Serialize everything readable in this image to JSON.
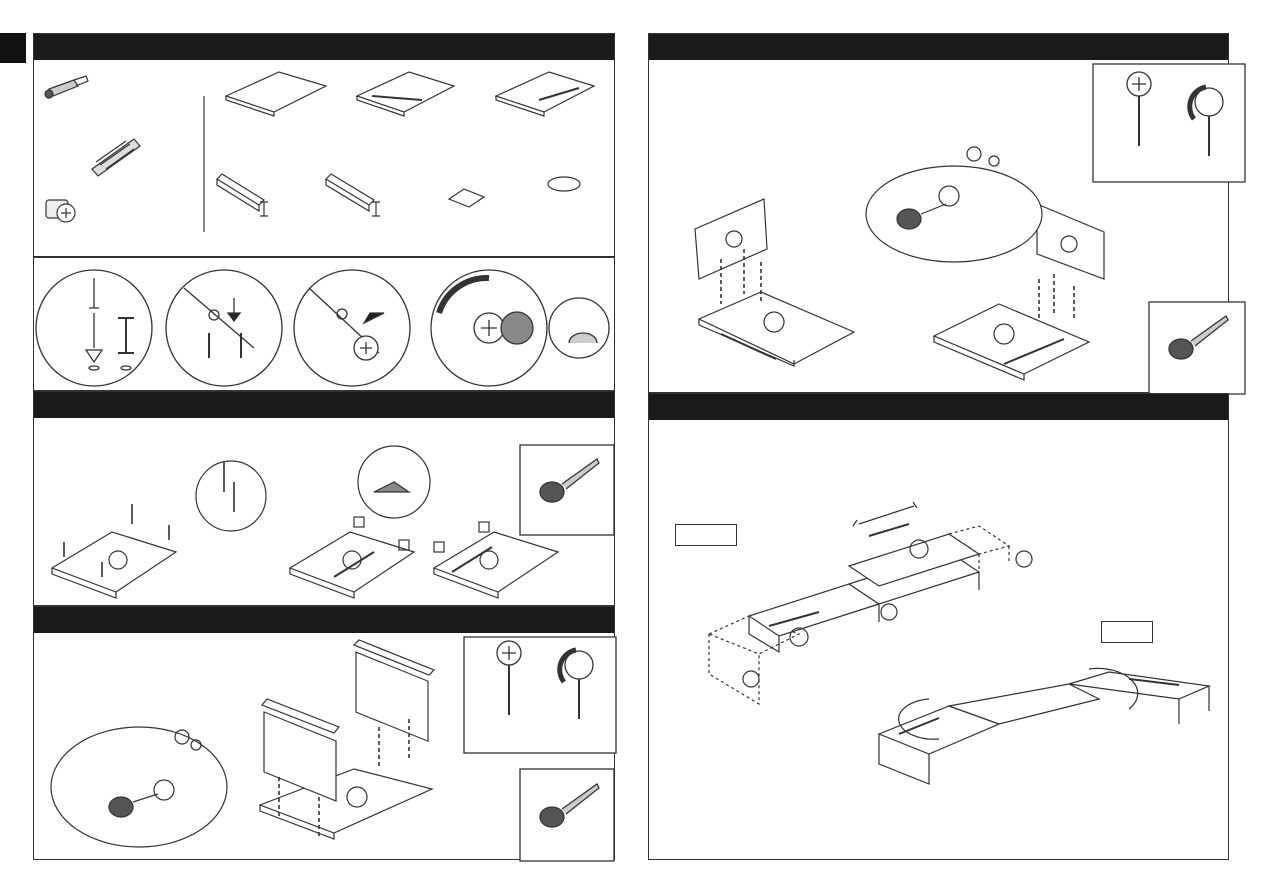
{
  "document": {
    "type": "assembly-instructions",
    "colors": {
      "header_bar": "#1a1a1a",
      "line_art": "#333333",
      "shading": "#888888"
    },
    "left_page": {
      "sections": [
        {
          "id": "parts-and-hardware",
          "header_text": ""
        },
        {
          "id": "hardware-usage",
          "header_text": ""
        },
        {
          "id": "step-1-install-pins",
          "header_text": ""
        },
        {
          "id": "step-2-attach-sides",
          "header_text": ""
        }
      ]
    },
    "right_page": {
      "sections": [
        {
          "id": "step-3-attach-second-side",
          "header_text": ""
        },
        {
          "id": "step-4-extend-and-rotate",
          "header_text": ""
        }
      ]
    },
    "icons": [
      "cam-bolt-icon",
      "wood-dowel-icon",
      "cam-lock-icon",
      "screwdriver-icon",
      "rotate-arrow-icon",
      "adhesive-pad-icon"
    ]
  }
}
